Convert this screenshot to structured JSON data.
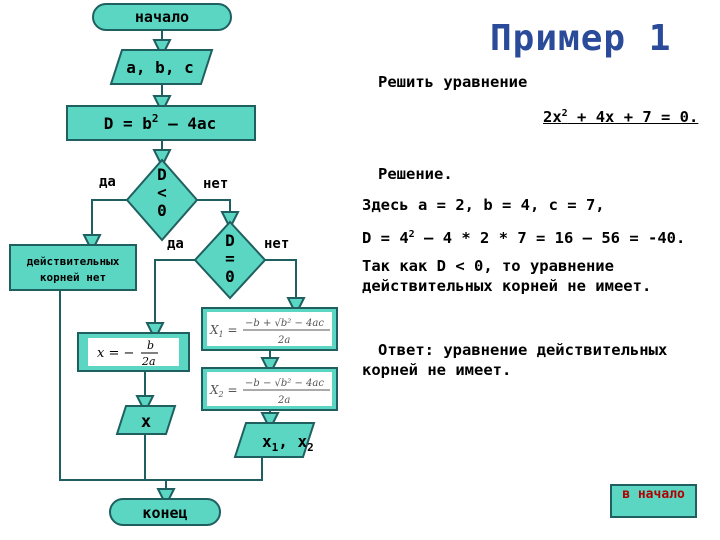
{
  "title": "Пример 1",
  "flowchart": {
    "start": "начало",
    "input": "a, b, c",
    "discriminant": "D = b",
    "discriminant_sup": "2",
    "discriminant_tail": " – 4ac",
    "cond1": [
      "D",
      "<",
      "0"
    ],
    "cond1_yes": "да",
    "cond1_no": "нет",
    "cond2": [
      "D",
      "=",
      "0"
    ],
    "cond2_yes": "да",
    "cond2_no": "нет",
    "no_roots": [
      "действительных",
      "корней нет"
    ],
    "x_formula": "x = −b/(2a)",
    "x1_formula": "X1 = (−b + √(b² − 4ac)) / 2a",
    "x2_formula": "X2 = (−b − √(b² − 4ac)) / 2a",
    "output_x": "x",
    "output_x12": "x1, x2",
    "end": "конец"
  },
  "solution": {
    "task_label": "Решить уравнение",
    "equation": "2x2 + 4x + 7 = 0.",
    "solution_label": "Решение.",
    "line1": "Здесь a = 2, b = 4, c = 7,",
    "line2": "D = 42 – 4 * 2 * 7 = 16 – 56 = -40.",
    "line3": "Так как D < 0, то уравнение",
    "line4": "действительных корней не имеет.",
    "answer1": "Ответ: уравнение действительных",
    "answer2": "корней не имеет."
  },
  "back_button": "в начало",
  "colors": {
    "shape_fill": "#5bd6c2",
    "shape_stroke": "#1f5f5f",
    "title": "#2a4a9a",
    "button_text": "#b00000"
  }
}
